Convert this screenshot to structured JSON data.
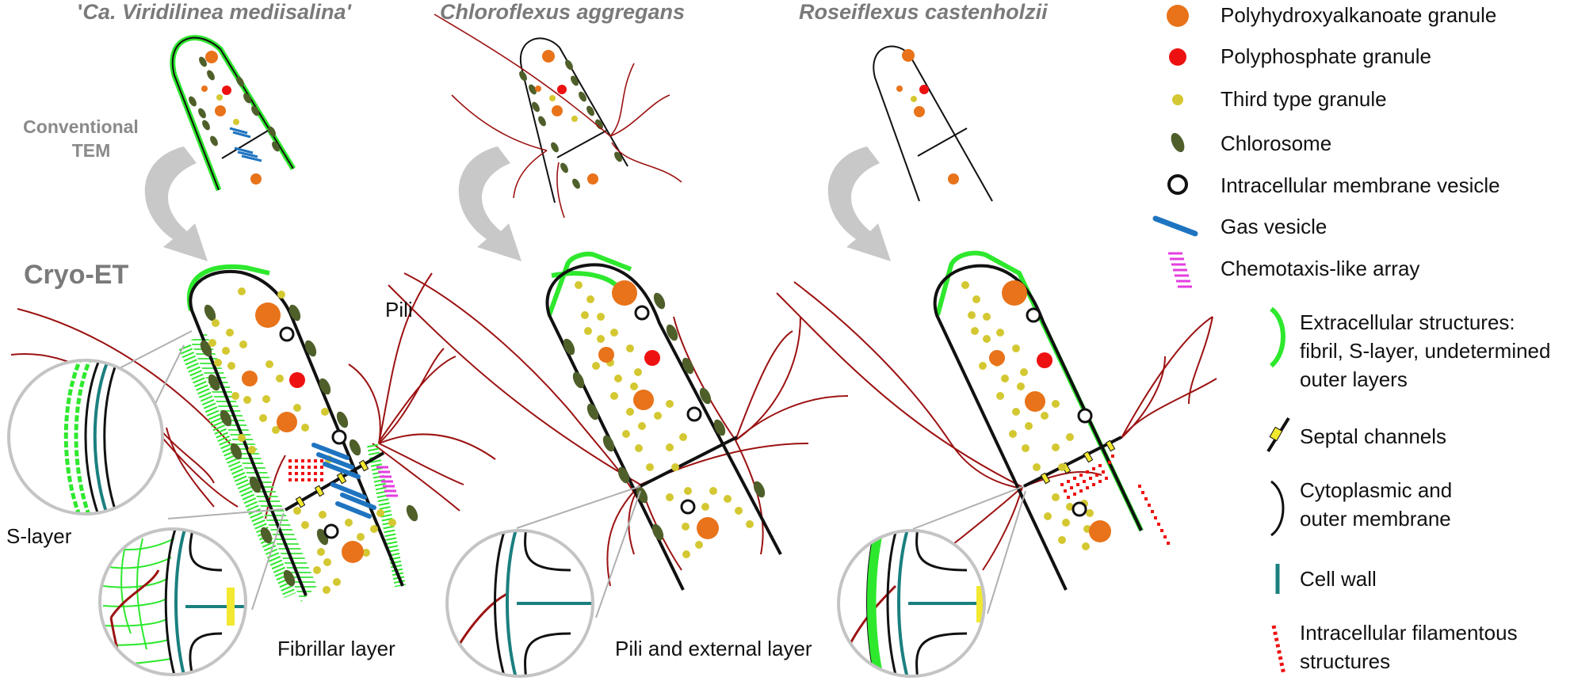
{
  "titles": {
    "col1_pre": "'",
    "col1_ca": "Ca",
    "col1_rest": ". Viridilinea mediisalina'",
    "col2": "Chloroflexus aggregans",
    "col3": "Roseiflexus castenholzii"
  },
  "labels": {
    "conventional_line1": "Conventional",
    "conventional_line2": "TEM",
    "cryo_et": "Cryo-ET",
    "pili": "Pili",
    "s_layer": "S-layer",
    "fibrillar_layer": "Fibrillar layer",
    "pili_external": "Pili and external layer"
  },
  "legend": [
    {
      "id": "pha",
      "label": "Polyhydroxyalkanoate granule"
    },
    {
      "id": "polyp",
      "label": "Polyphosphate granule"
    },
    {
      "id": "third",
      "label": "Third type granule"
    },
    {
      "id": "chlorosome",
      "label": "Chlorosome"
    },
    {
      "id": "vesicle",
      "label": "Intracellular membrane vesicle"
    },
    {
      "id": "gas",
      "label": "Gas vesicle"
    },
    {
      "id": "chemotaxis",
      "label": "Chemotaxis-like array"
    }
  ],
  "legend2": [
    {
      "id": "extracellular",
      "lines": [
        "Extracellular structures:",
        "fibril, S-layer, undetermined",
        "outer layers"
      ]
    },
    {
      "id": "septal",
      "lines": [
        "Septal channels"
      ]
    },
    {
      "id": "membrane",
      "lines": [
        "Cytoplasmic and",
        "outer membrane"
      ]
    },
    {
      "id": "cellwall",
      "lines": [
        "Cell wall"
      ]
    },
    {
      "id": "filament",
      "lines": [
        "Intracellular filamentous",
        "structures"
      ]
    }
  ],
  "colors": {
    "pha": "#e8731a",
    "polyp": "#ee1111",
    "third": "#d4c832",
    "chlorosome": "#4f5f2a",
    "gas": "#1f74c0",
    "chemotaxis": "#e43ee0",
    "slayer": "#2ee82e",
    "cellwall": "#1b7f7f",
    "pili": "#9c1212",
    "filament": "#ee1111",
    "septal": "#f2e830"
  }
}
